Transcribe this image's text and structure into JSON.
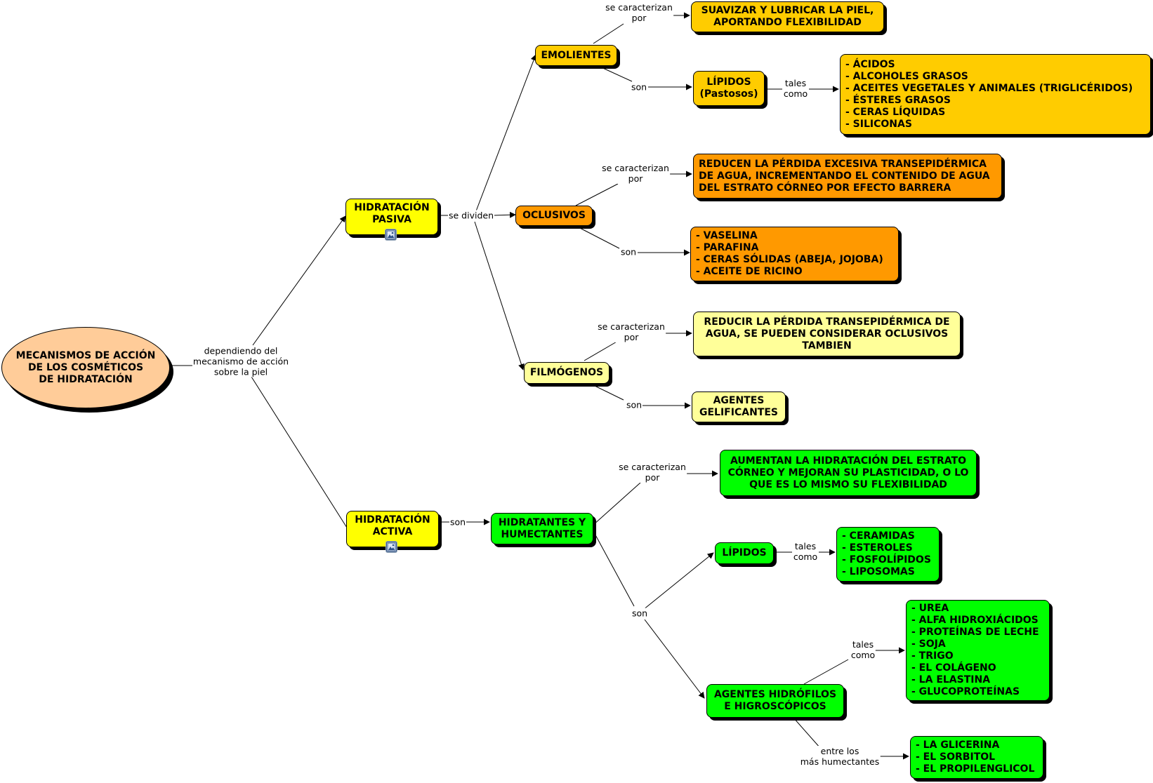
{
  "colors": {
    "root": "#ffcc99",
    "branch": "#ffff00",
    "emolientes": "#ffcc00",
    "oclusivos": "#ff9900",
    "filmogenos": "#ffff99",
    "activa": "#00ff00"
  },
  "nodes": {
    "root": "MECANISMOS DE ACCIÓN\nDE LOS COSMÉTICOS\nDE HIDRATACIÓN",
    "pasiva": "HIDRATACIÓN\nPASIVA",
    "activa": "HIDRATACIÓN\nACTIVA",
    "emolientes": "EMOLIENTES",
    "oclusivos": "OCLUSIVOS",
    "filmogenos": "FILMÓGENOS",
    "emol_desc": "SUAVIZAR Y LUBRICAR LA PIEL,\nAPORTANDO FLEXIBILIDAD",
    "lipidos_pastosos": "LÍPIDOS\n(Pastosos)",
    "emol_list": "- ÁCIDOS\n- ALCOHOLES GRASOS\n- ACEITES VEGETALES Y ANIMALES (TRIGLICÉRIDOS)\n- ÉSTERES GRASOS\n- CERAS LÍQUIDAS\n- SILICONAS",
    "ocl_desc": "REDUCEN LA PÉRDIDA EXCESIVA TRANSEPIDÉRMICA\nDE AGUA, INCREMENTANDO EL CONTENIDO DE AGUA\nDEL ESTRATO CÓRNEO POR EFECTO BARRERA",
    "ocl_list": "- VASELINA\n- PARAFINA\n- CERAS SÓLIDAS (ABEJA, JOJOBA)\n- ACEITE DE RICINO",
    "film_desc": "REDUCIR LA PÉRDIDA TRANSEPIDÉRMICA DE\nAGUA, SE PUEDEN CONSIDERAR OCLUSIVOS\nTAMBIEN",
    "gelificantes": "AGENTES\nGELIFICANTES",
    "hidratantes": "HIDRATANTES Y\nHUMECTANTES",
    "hid_desc": "AUMENTAN LA HIDRATACIÓN DEL ESTRATO\nCÓRNEO Y MEJORAN SU PLASTICIDAD, O LO\nQUE ES LO MISMO SU FLEXIBILIDAD",
    "lipidos": "LÍPIDOS",
    "lip_list": "- CERAMIDAS\n- ESTEROLES\n- FOSFOLÍPIDOS\n- LIPOSOMAS",
    "hidrofilos": "AGENTES HIDRÓFILOS\nE HIGROSCÓPICOS",
    "hidro_list": "- UREA\n- ALFA HIDROXIÁCIDOS\n- PROTEÍNAS DE LECHE\n- SOJA\n- TRIGO\n- EL COLÁGENO\n- LA ELASTINA\n- GLUCOPROTEÍNAS",
    "humect_list": "- LA GLICERINA\n- EL SORBITOL\n- EL PROPILENGLICOL"
  },
  "labels": {
    "dependiendo": "dependiendo del\nmecanismo de acción\nsobre la piel",
    "se_dividen": "se dividen",
    "son_activa": "son",
    "emol_caract": "se caracterizan\npor",
    "emol_son": "son",
    "emol_tales": "tales\ncomo",
    "ocl_caract": "se caracterizan\npor",
    "ocl_son": "son",
    "film_caract": "se caracterizan\npor",
    "film_son": "son",
    "hid_caract": "se caracterizan\npor",
    "hid_son": "son",
    "lip_tales": "tales\ncomo",
    "hidro_tales": "tales\ncomo",
    "hidro_entre": "entre los\nmás humectantes"
  },
  "icons": [
    "image-icon",
    "image-icon"
  ]
}
